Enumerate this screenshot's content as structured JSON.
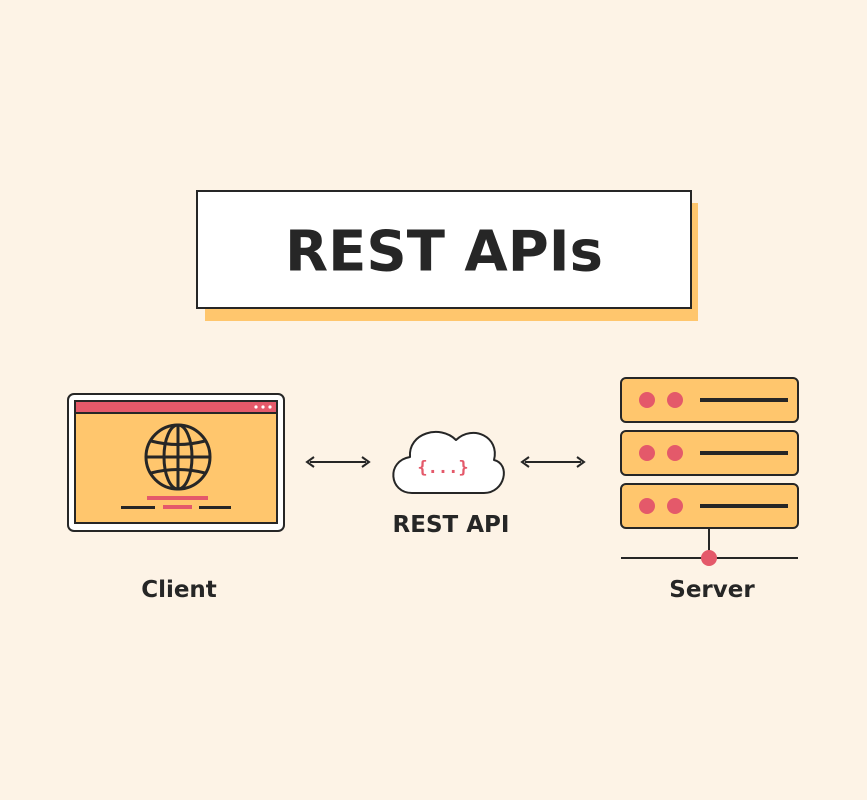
{
  "title": "REST APIs",
  "nodes": {
    "client": {
      "label": "Client",
      "icon": "browser-globe-icon"
    },
    "api": {
      "label": "REST API",
      "symbol": "{...}",
      "icon": "cloud-icon"
    },
    "server": {
      "label": "Server",
      "icon": "server-stack-icon"
    }
  },
  "connections": [
    {
      "from": "client",
      "to": "api",
      "direction": "bidirectional"
    },
    {
      "from": "api",
      "to": "server",
      "direction": "bidirectional"
    }
  ],
  "colors": {
    "background": "#fdf3e6",
    "accent_orange": "#ffc66d",
    "accent_red": "#e4596a",
    "outline": "#262626",
    "panel": "#ffffff"
  }
}
